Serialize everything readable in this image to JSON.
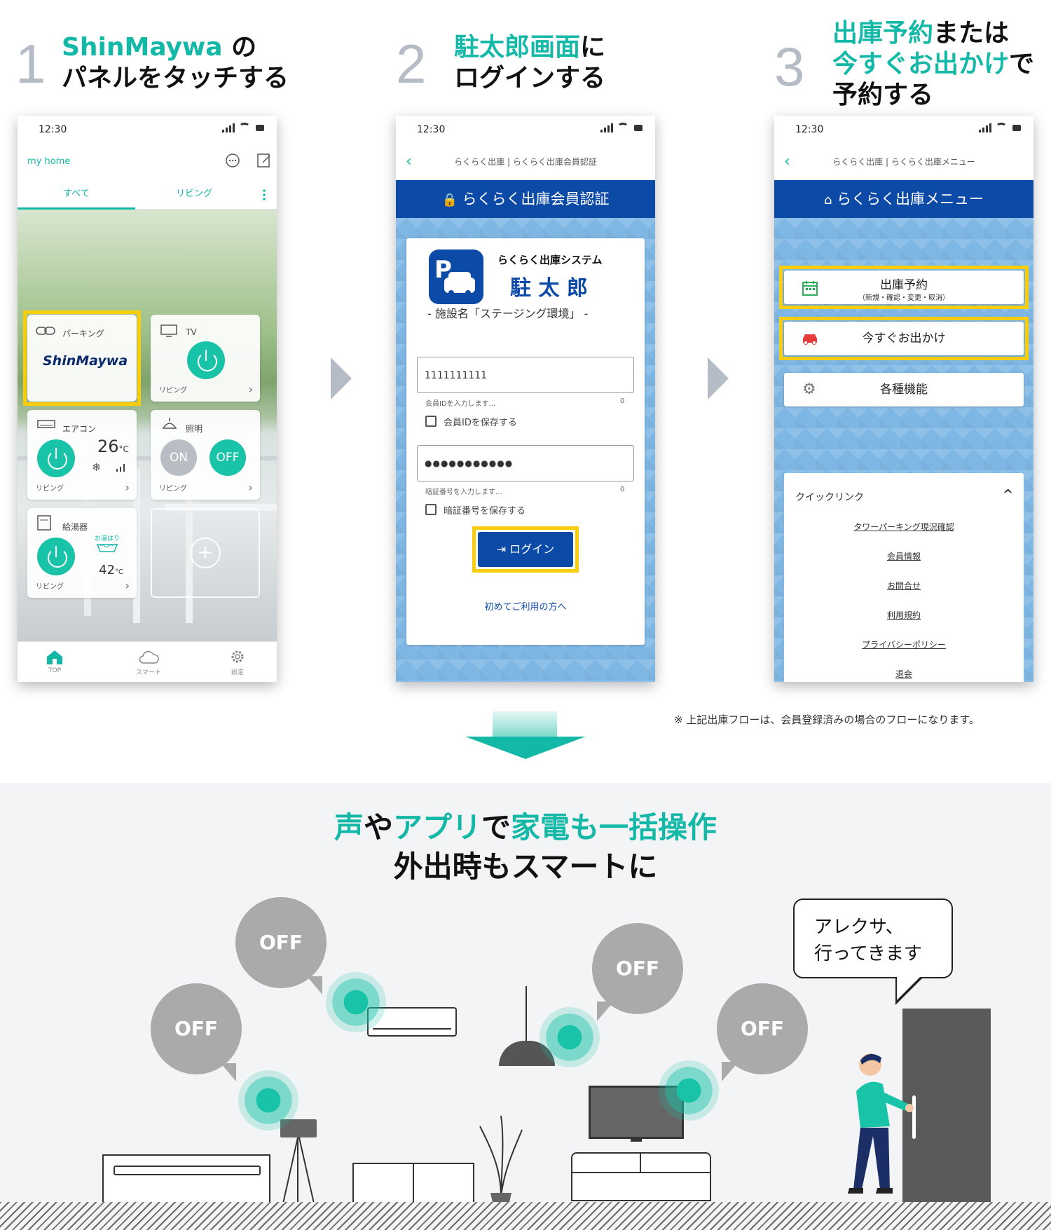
{
  "steps": [
    {
      "num": "1",
      "line1_teal": "ShinMaywa",
      "line1_rest": " の",
      "line2": "パネルをタッチする"
    },
    {
      "num": "2",
      "line1_teal": "駐太郎画面",
      "line1_rest": "に",
      "line2": "ログインする"
    },
    {
      "num": "3",
      "line1_teal": "出庫予約",
      "line1_rest": "または",
      "line2_teal": "今すぐお出かけ",
      "line2_rest": "で",
      "line3": "予約する"
    }
  ],
  "status": {
    "time": "12:30"
  },
  "phone1": {
    "home_title": "my home",
    "tabs": [
      "すべて",
      "リビング"
    ],
    "tiles": {
      "parking": {
        "label": "パーキング",
        "logo": "ShinMaywa"
      },
      "tv": {
        "label": "TV",
        "room": "リビング"
      },
      "aircon": {
        "label": "エアコン",
        "temp": "26",
        "unit": "°C",
        "room": "リビング"
      },
      "light": {
        "label": "照明",
        "on": "ON",
        "off": "OFF",
        "room": "リビング"
      },
      "heater": {
        "label": "給湯器",
        "mode": "お湯はり",
        "temp": "42",
        "unit": "°C",
        "room": "リビング"
      }
    },
    "nav": [
      "TOP",
      "スマート",
      "設定"
    ]
  },
  "phone2": {
    "header": "らくらく出庫 | らくらく出庫会員認証",
    "band": "らくらく出庫会員認証",
    "system_name": "らくらく出庫システム",
    "brand": "駐 太 郎",
    "facility": "- 施設名「ステージング環境」 -",
    "member_id": "1111111111",
    "member_hint": "会員IDを入力します...",
    "member_count": "0",
    "save_id": "会員IDを保存する",
    "password": "●●●●●●●●●●●",
    "pw_hint": "暗証番号を入力します...",
    "pw_count": "0",
    "save_pw": "暗証番号を保存する",
    "login": "ログイン",
    "first_time": "初めてご利用の方へ"
  },
  "phone3": {
    "header": "らくらく出庫 | らくらく出庫メニュー",
    "band": "らくらく出庫メニュー",
    "btn_reserve": "出庫予約",
    "btn_reserve_sub": "（新規・確認・変更・取消）",
    "btn_now": "今すぐお出かけ",
    "btn_functions": "各種機能",
    "quick_title": "クイックリンク",
    "links": [
      "タワーパーキング現況確認",
      "会員情報",
      "お問合せ",
      "利用規約",
      "プライバシーポリシー",
      "退会"
    ]
  },
  "note": "※ 上記出庫フローは、会員登録済みの場合のフローになります。",
  "headline": {
    "p1": "声",
    "p2": "や",
    "p3": "アプリ",
    "p4": "で",
    "p5": "家電も一括操作",
    "line2": "外出時もスマートに"
  },
  "bubbles": [
    "OFF",
    "OFF",
    "OFF",
    "OFF"
  ],
  "speech": {
    "line1": "アレクサ、",
    "line2": "行ってきます"
  },
  "colors": {
    "teal": "#14b8a6",
    "yellow": "#f7cd0c",
    "blue": "#0c4aa8",
    "gray": "#aaaaaa"
  }
}
